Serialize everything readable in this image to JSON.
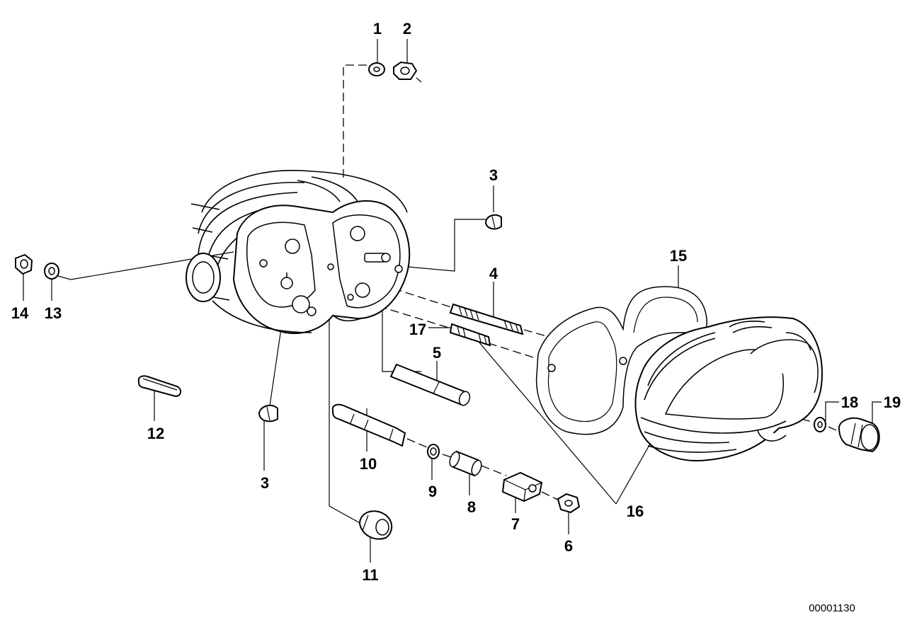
{
  "diagram": {
    "reference_number": "00001130",
    "callouts": {
      "c1": "1",
      "c2": "2",
      "c3_top": "3",
      "c3_bottom": "3",
      "c4": "4",
      "c5": "5",
      "c6": "6",
      "c7": "7",
      "c8": "8",
      "c9": "9",
      "c10": "10",
      "c11": "11",
      "c12": "12",
      "c13": "13",
      "c14": "14",
      "c15": "15",
      "c16": "16",
      "c17": "17",
      "c18": "18",
      "c19": "19"
    }
  }
}
